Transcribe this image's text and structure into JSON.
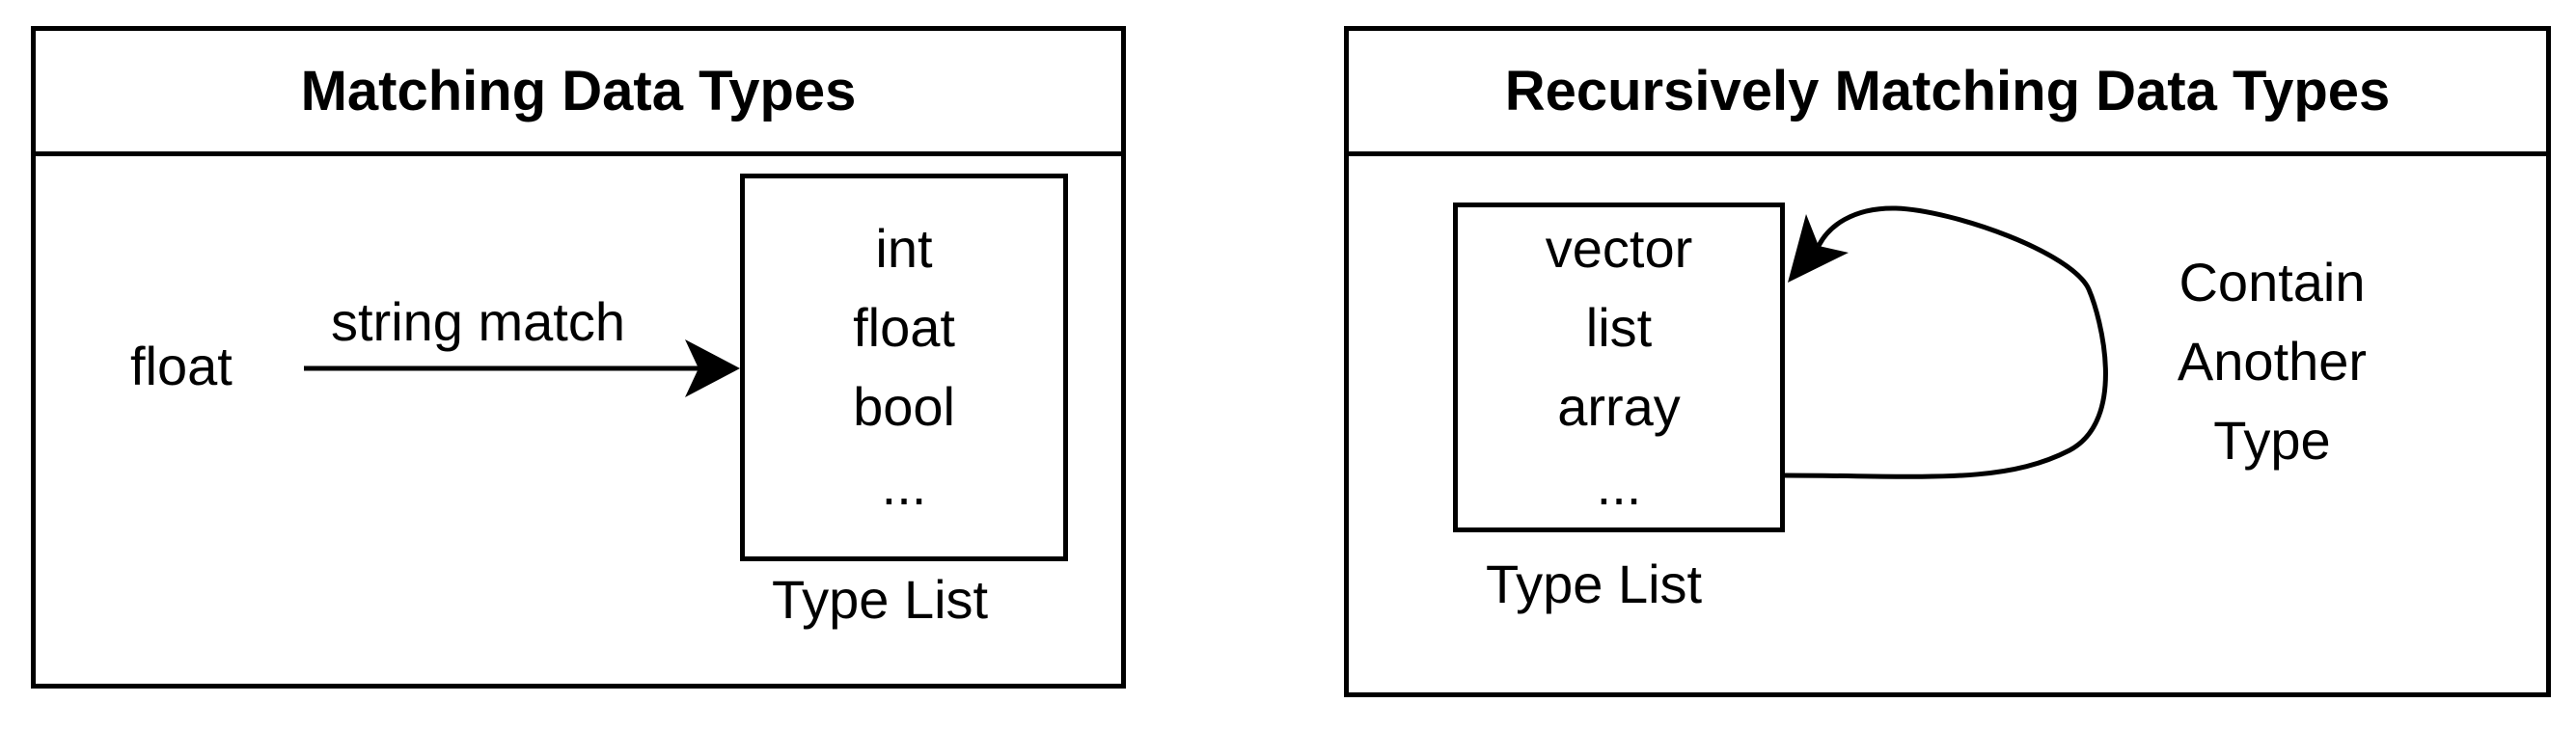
{
  "left_panel": {
    "title": "Matching Data Types",
    "input_label": "float",
    "edge_label": "string match",
    "type_list": {
      "items": [
        "int",
        "float",
        "bool",
        "..."
      ],
      "caption": "Type List"
    }
  },
  "right_panel": {
    "title": "Recursively Matching Data Types",
    "type_list": {
      "items": [
        "vector",
        "list",
        "array",
        "..."
      ],
      "caption": "Type List"
    },
    "loop_label_lines": [
      "Contain",
      "Another",
      "Type"
    ]
  },
  "colors": {
    "stroke": "#000000",
    "background": "#ffffff"
  }
}
